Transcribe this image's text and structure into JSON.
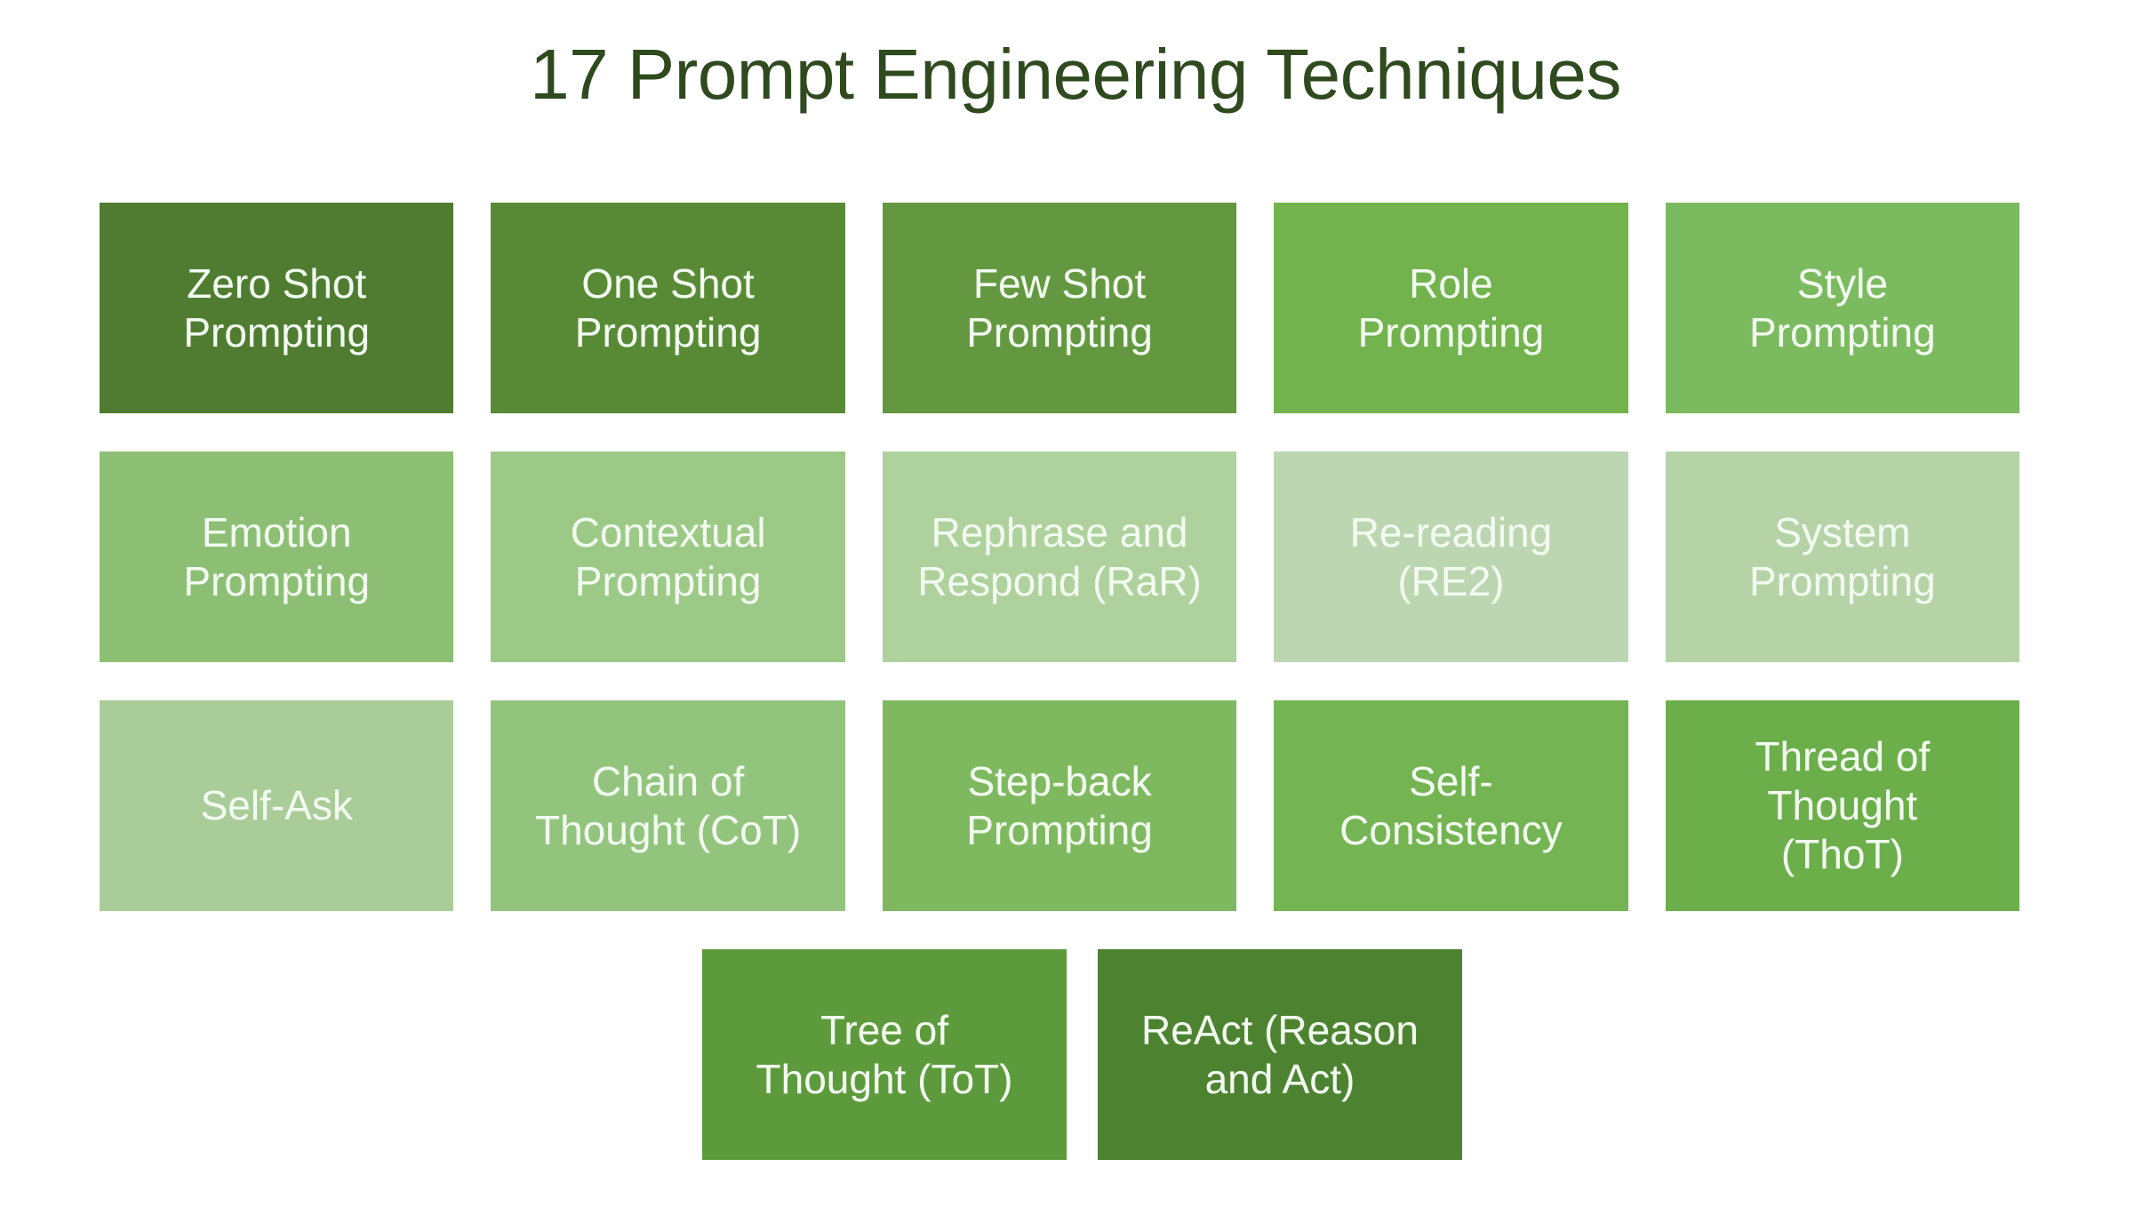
{
  "slide": {
    "title": "17 Prompt Engineering Techniques",
    "title_color": "#2E4A1E",
    "background_color": "#FFFFFF",
    "text_color": "#F2FBF0"
  },
  "rows": [
    {
      "tiles": [
        {
          "label": "Zero Shot\nPrompting",
          "color": "#4F7C30"
        },
        {
          "label": "One Shot\nPrompting",
          "color": "#588A36"
        },
        {
          "label": "Few Shot\nPrompting",
          "color": "#639840"
        },
        {
          "label": "Role\nPrompting",
          "color": "#72B34D"
        },
        {
          "label": "Style\nPrompting",
          "color": "#7CBA5F"
        }
      ]
    },
    {
      "tiles": [
        {
          "label": "Emotion\nPrompting",
          "color": "#8CBF74"
        },
        {
          "label": "Contextual\nPrompting",
          "color": "#9CC986"
        },
        {
          "label": "Rephrase and\nRespond (RaR)",
          "color": "#AFD19D"
        },
        {
          "label": "Re-reading\n(RE2)",
          "color": "#BDD6B2"
        },
        {
          "label": "System\nPrompting",
          "color": "#B6D3A8"
        }
      ]
    },
    {
      "tiles": [
        {
          "label": "Self-Ask",
          "color": "#A9CC98"
        },
        {
          "label": "Chain of\nThought (CoT)",
          "color": "#93C47D"
        },
        {
          "label": "Step-back\nPrompting",
          "color": "#7FB95F"
        },
        {
          "label": "Self-\nConsistency",
          "color": "#74B452"
        },
        {
          "label": "Thread of\nThought\n(ThoT)",
          "color": "#6BAE4A"
        }
      ]
    },
    {
      "tiles": [
        {
          "label": "Tree of\nThought (ToT)",
          "color": "#5D9A3C"
        },
        {
          "label": "ReAct (Reason\nand Act)",
          "color": "#4D8230"
        }
      ]
    }
  ]
}
